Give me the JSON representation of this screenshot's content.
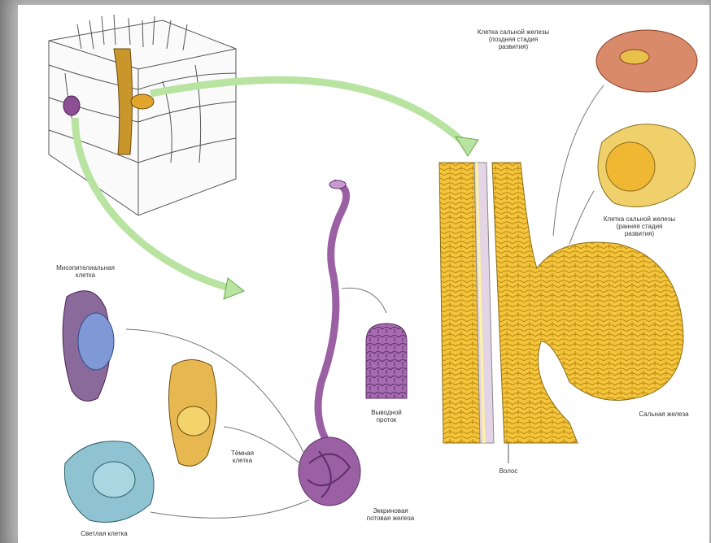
{
  "labels": {
    "late_sebaceous_cell": "Клетка сальной железы\n(поздняя стадия\nразвития)",
    "early_sebaceous_cell": "Клетка сальной железы\n(ранняя стадия\nразвития)",
    "sebaceous_gland": "Сальная железа",
    "hair": "Волос",
    "myoepithelial_cell": "Миоэпителиальная\nклетка",
    "dark_cell": "Тёмная\nклетка",
    "light_cell": "Светлая клетка",
    "excretory_duct": "Выводной\nпроток",
    "eccrine_gland": "Эккриновая\nпотовая железа"
  },
  "colors": {
    "arrow_green": "#b8e3a0",
    "gland_yellow": "#f0c23a",
    "gland_purple": "#9b5fa3",
    "myo_blue": "#7f98d6",
    "light_cell_blue": "#8fc3d1"
  }
}
